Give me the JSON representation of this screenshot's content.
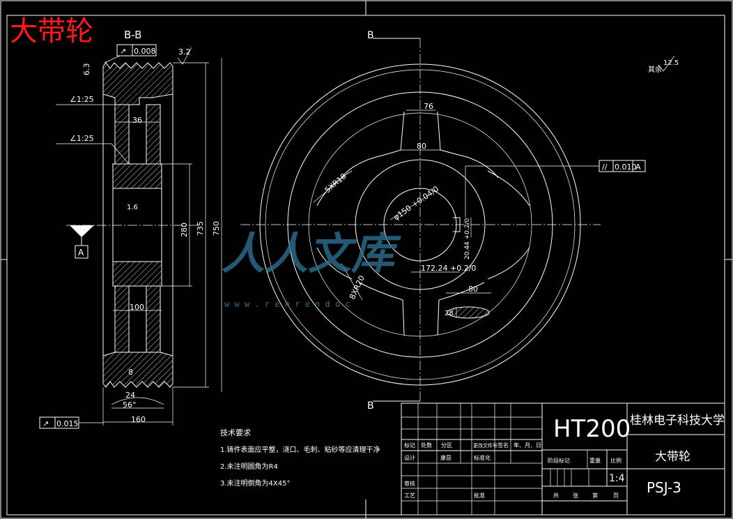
{
  "part_name": "大带轮",
  "section_label": "B-B",
  "cut_marks": [
    "B",
    "B"
  ],
  "datum": "A",
  "roughness": {
    "top": "3.2",
    "other_note": "其余",
    "other_value": "12.5",
    "bore": "1.6",
    "groove": "6.3"
  },
  "taper_1": "∠1:25",
  "taper_2": "∠1:25",
  "tolerances": {
    "left_top_runout": "0.008",
    "left_bottom_runout": "0.015",
    "right_parallel": "0.010",
    "right_datum": "A"
  },
  "dims_left": [
    "36",
    "1.6",
    "280",
    "735",
    "750",
    "100",
    "8",
    "24",
    "56°",
    "160"
  ],
  "dims_right": [
    "76",
    "80",
    "5XR10",
    "φ150 +0.04/0",
    "20.44 +0.2/0",
    "172.24 +0.2/0",
    "8XR20",
    "80",
    "28"
  ],
  "watermark": "人人文库",
  "watermark_url": "w w w . r e n r e n d o c",
  "tech_req": {
    "title": "技术要求",
    "items": [
      "1.铸件表面应平整，浇口、毛刺、粘砂等应清理干净",
      "2.未注明圆角为R4",
      "3.未注明倒角为4X45°"
    ]
  },
  "title_block": {
    "material": "HT200",
    "school": "桂林电子科技大学",
    "drawing_name": "大带轮",
    "drawing_no": "PSJ-3",
    "scale": "1:4",
    "row_labels": [
      "标记",
      "处数",
      "分区",
      "更改文件号",
      "签名",
      "年、月、日"
    ],
    "design_label": "设计",
    "designer": "康昆",
    "std_label": "标准化",
    "stage_labels": [
      "阶段标记",
      "重量",
      "比例"
    ],
    "review_label": "审核",
    "process_label": "工艺",
    "approve_label": "批准",
    "sheet_labels": [
      "共",
      "张",
      "第",
      "页"
    ]
  }
}
